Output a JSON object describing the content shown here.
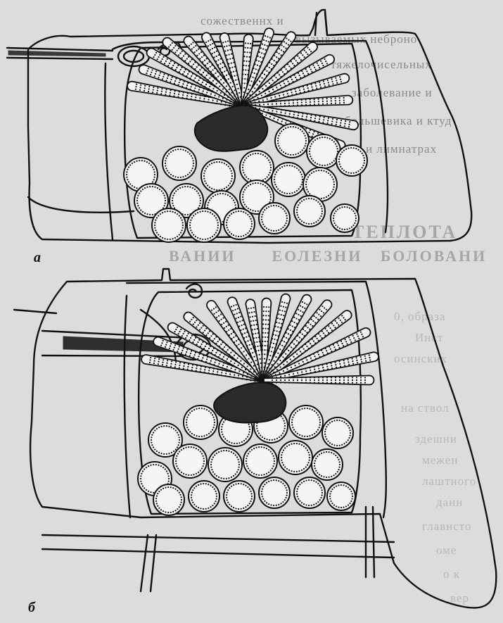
{
  "figure": {
    "label_a": "а",
    "label_b": "б"
  },
  "bleed_through": {
    "top_lines": [
      "сожественнх и",
      "вызываемых неброно",
      "тяжелочисельных",
      "заболевание и",
      "большевика и ктуд",
      "и лимнатрах"
    ],
    "heading_1": "ТЕПЛОТА",
    "heading_2": "ВАНИИ      ЕОЛЕЗНИ   БОЛОВАНИ",
    "mid_lines": [
      "0, образа",
      "Инст",
      "осинских",
      "на ствол",
      "здешни",
      "межен",
      "лаштного",
      "данн",
      "главнсто",
      "оме",
      "о к",
      "вер"
    ]
  },
  "colors": {
    "paper": "#dcdcdc",
    "ink": "#111111",
    "bleed": "#b8b8b8"
  }
}
